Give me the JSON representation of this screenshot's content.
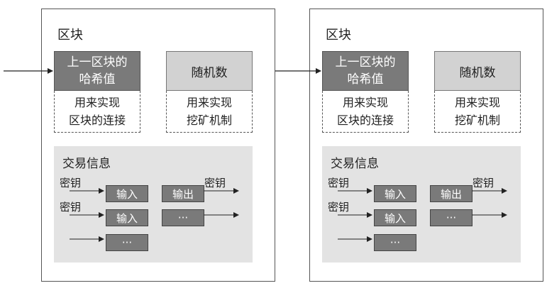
{
  "blocks": [
    {
      "title": "区块",
      "prev_hash": "上一区块的\n哈希值",
      "nonce": "随机数",
      "prev_hash_note": "用来实现\n区块的连接",
      "nonce_note": "用来实现\n挖矿机制",
      "tx": {
        "title": "交易信息",
        "key_label": "密钥",
        "input_label": "输入",
        "output_label": "输出",
        "ellipsis": "···"
      }
    },
    {
      "title": "区块",
      "prev_hash": "上一区块的\n哈希值",
      "nonce": "随机数",
      "prev_hash_note": "用来实现\n区块的连接",
      "nonce_note": "用来实现\n挖矿机制",
      "tx": {
        "title": "交易信息",
        "key_label": "密钥",
        "input_label": "输入",
        "output_label": "输出",
        "ellipsis": "···"
      }
    }
  ]
}
